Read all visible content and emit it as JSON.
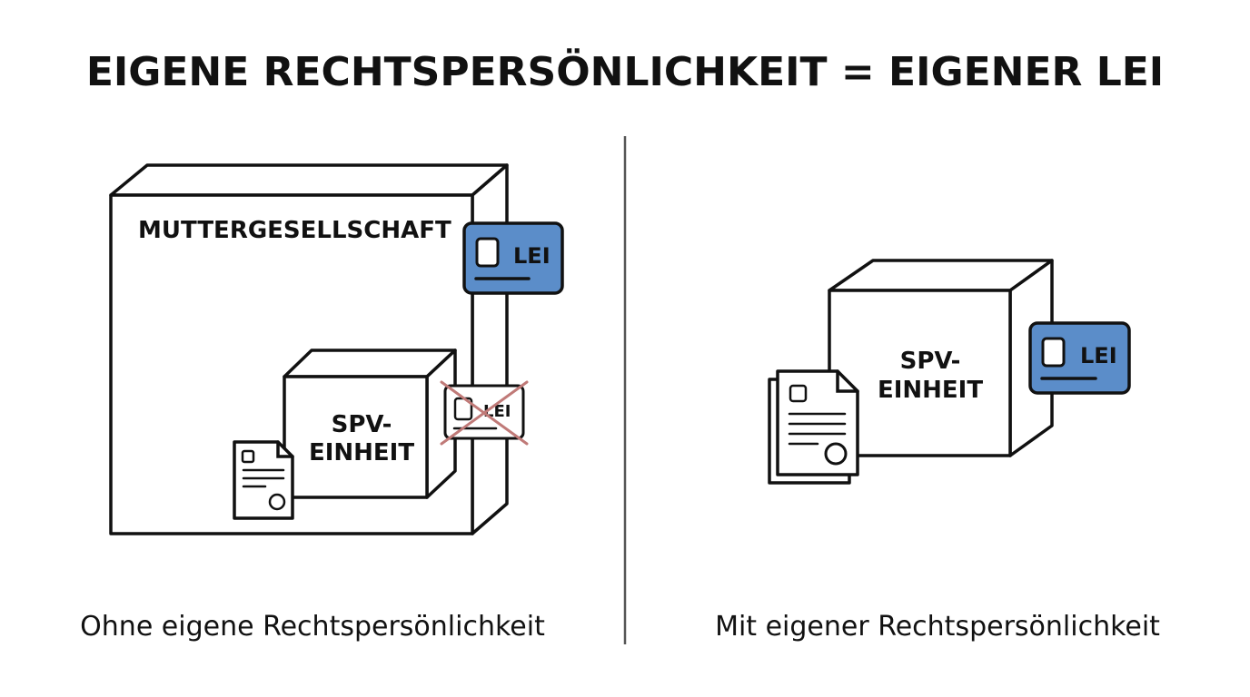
{
  "title": "EIGENE RECHTSPERSÖNLICHKEIT = EIGENER LEI",
  "left": {
    "parent_label": "MUTTERGESELLSCHAFT",
    "spv_label_line1": "SPV-",
    "spv_label_line2": "EINHEIT",
    "parent_lei": "LEI",
    "spv_lei_crossed": "LEI",
    "caption": "Ohne eigene Rechtspersönlichkeit"
  },
  "right": {
    "spv_label_line1": "SPV-",
    "spv_label_line2": "EINHEIT",
    "spv_lei": "LEI",
    "caption": "Mit eigener Rechtspersönlichkeit"
  },
  "colors": {
    "lei_card": "#5b8dc9",
    "cross": "#c07a78",
    "divider": "#555555"
  }
}
